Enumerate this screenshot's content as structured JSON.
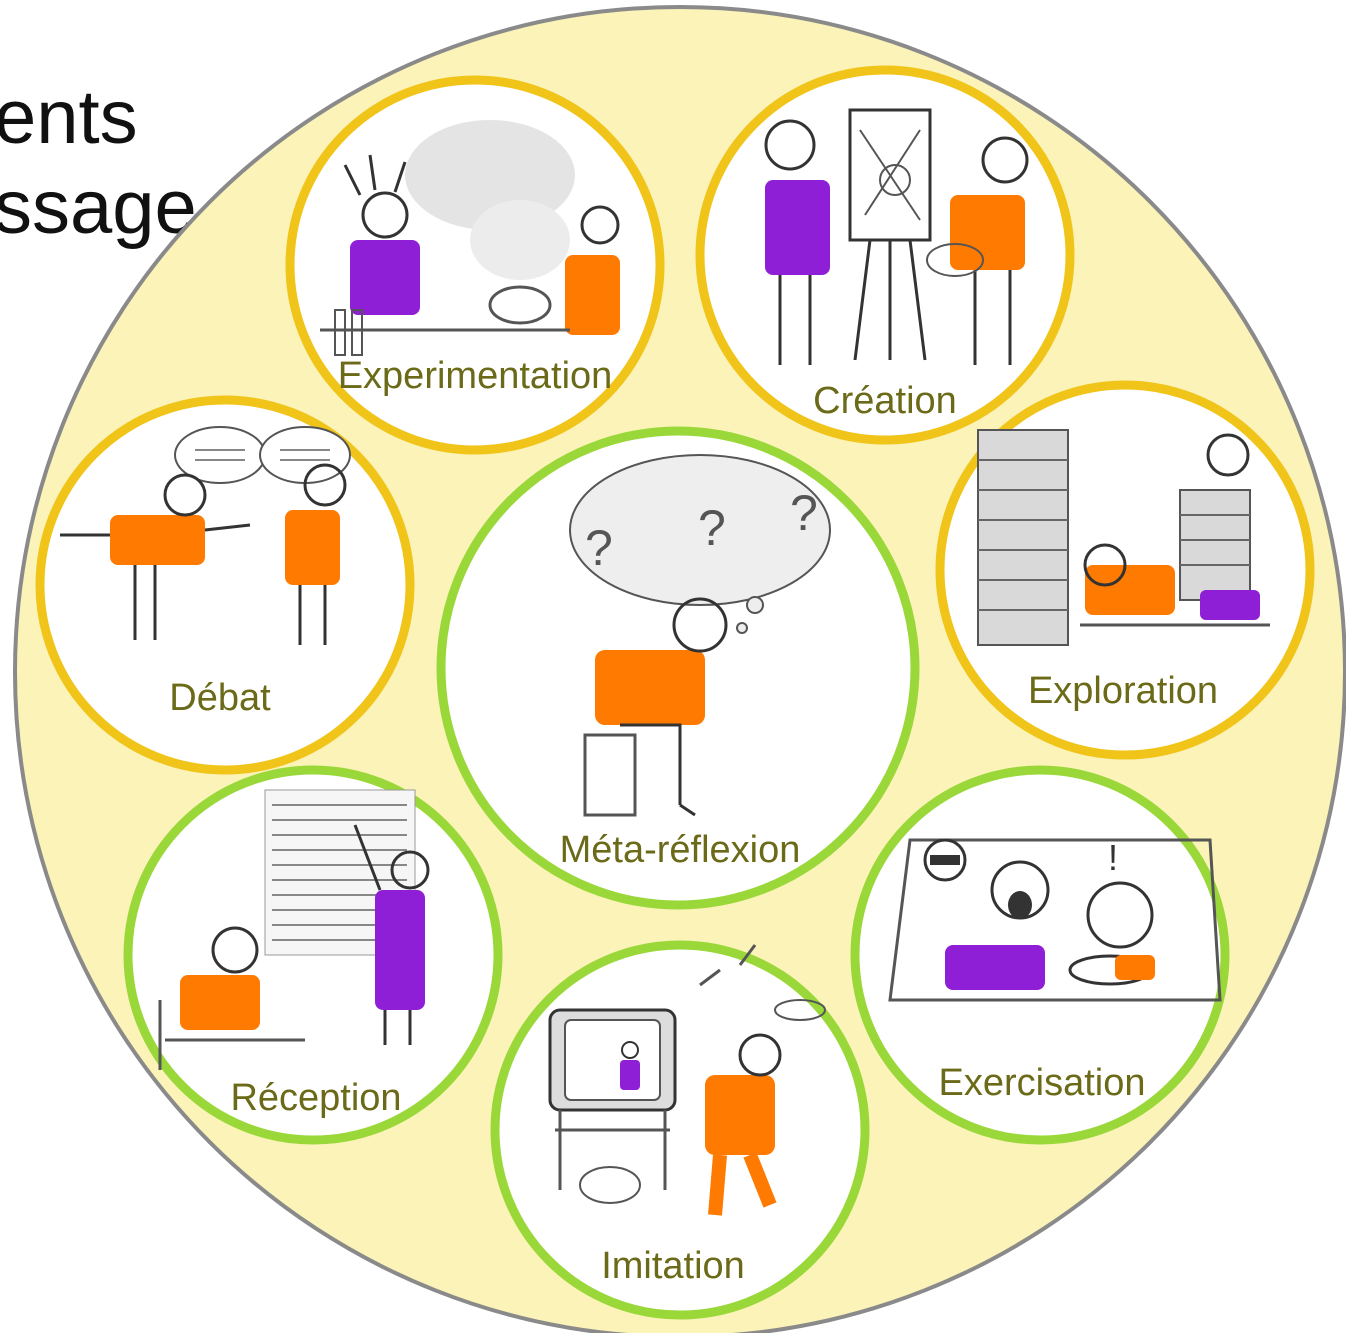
{
  "title": {
    "line1": "ents",
    "line2": "ssage"
  },
  "colors": {
    "background_circle": "#fbf3b8",
    "outer_border": "#8a8a8a",
    "ring_yellow": "#f0c419",
    "ring_green": "#9ad83a",
    "label_text": "#6b6a18",
    "orange": "#ff7a00",
    "purple": "#8f1fd6"
  },
  "circles": {
    "experimentation": {
      "label": "Experimentation",
      "ring": "yellow",
      "icon": "experiment-icon"
    },
    "creation": {
      "label": "Création",
      "ring": "yellow",
      "icon": "easel-icon"
    },
    "debat": {
      "label": "Débat",
      "ring": "yellow",
      "icon": "debate-icon"
    },
    "exploration": {
      "label": "Exploration",
      "ring": "yellow",
      "icon": "books-icon"
    },
    "meta": {
      "label": "Méta-réflexion",
      "ring": "green",
      "icon": "thinker-icon"
    },
    "reception": {
      "label": "Réception",
      "ring": "green",
      "icon": "lecture-icon"
    },
    "exercisation": {
      "label": "Exercisation",
      "ring": "green",
      "icon": "driving-icon"
    },
    "imitation": {
      "label": "Imitation",
      "ring": "green",
      "icon": "tv-icon"
    }
  }
}
